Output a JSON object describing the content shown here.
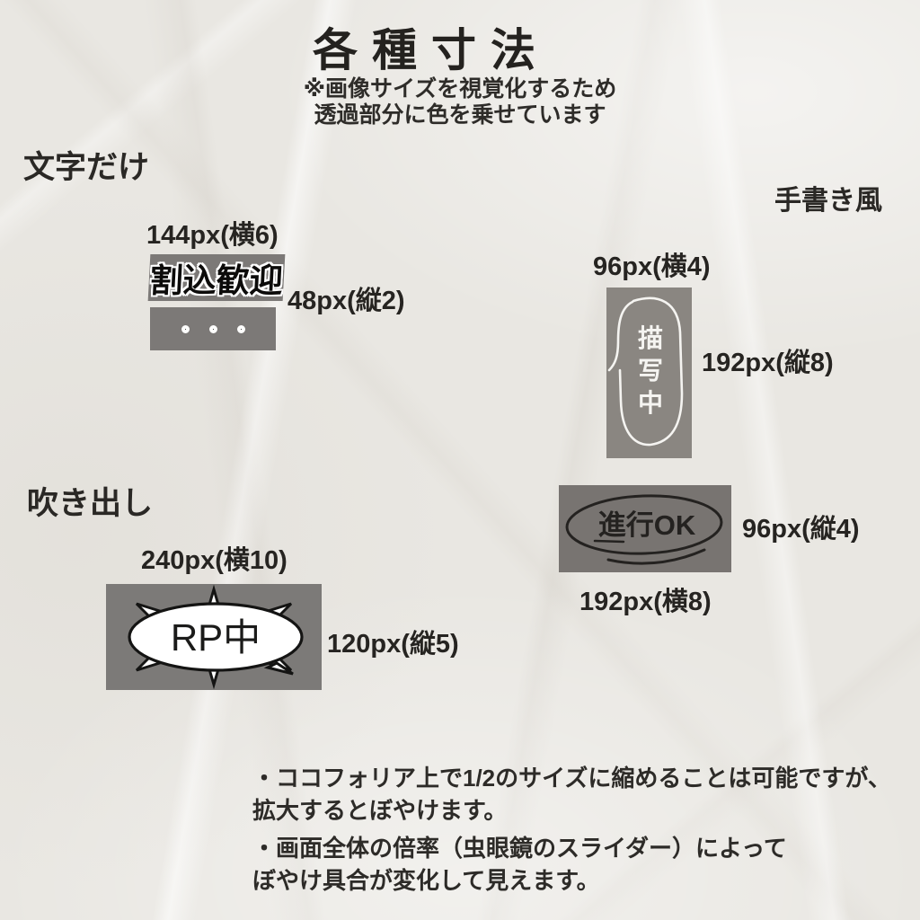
{
  "title": "各種寸法",
  "subtitle": {
    "line1": "※画像サイズを視覚化するため",
    "line2": "透過部分に色を乗せています"
  },
  "sections": {
    "text_only": {
      "heading": "文字だけ",
      "width_label": "144px(横6)",
      "height_label": "48px(縦2)",
      "stamp_text": "割込歓迎",
      "dots_text": "・・・"
    },
    "handwritten": {
      "heading": "手書き風",
      "vertical_stamp": {
        "width_label": "96px(横4)",
        "height_label": "192px(縦8)",
        "char1": "描",
        "char2": "写",
        "char3": "中"
      },
      "horizontal_stamp": {
        "height_label": "96px(縦4)",
        "width_label": "192px(横8)",
        "text": "進行OK"
      }
    },
    "speech_bubble": {
      "heading": "吹き出し",
      "width_label": "240px(横10)",
      "height_label": "120px(縦5)",
      "bubble_text": "RP中"
    }
  },
  "notes": {
    "note1_line1": "・ココフォリア上で1/2のサイズに縮めることは可能ですが、",
    "note1_line2": "拡大するとぼやけます。",
    "note2_line1": "・画面全体の倍率（虫眼鏡のスライダー）によって",
    "note2_line2": "ぼやけ具合が変化して見えます。"
  },
  "colors": {
    "paper": "#e9e7e2",
    "ink": "#2b2926",
    "box_gray": "#7c7977",
    "box_gray_dark": "#767370",
    "stamp_white": "#f3f2ef"
  }
}
